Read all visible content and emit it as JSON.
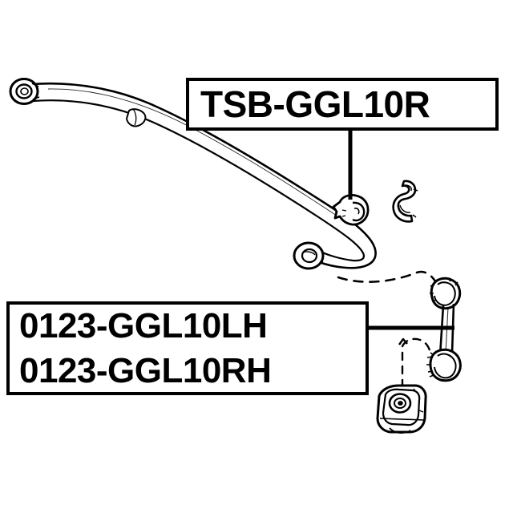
{
  "diagram": {
    "title": "Stabilizer bar and link assembly parts diagram",
    "background_color": "#ffffff",
    "line_color": "#000000",
    "labels": {
      "stabilizer_bushing": {
        "part_number": "TSB-GGL10R",
        "points_to": "stabilizer-bar-bushing"
      },
      "stabilizer_link_left": {
        "part_number": "0123-GGL10LH",
        "points_to": "stabilizer-link"
      },
      "stabilizer_link_right": {
        "part_number": "0123-GGL10RH",
        "points_to": "stabilizer-link"
      }
    },
    "parts": [
      {
        "name": "stabilizer-bar",
        "description": "Anti-roll bar with eye end at left and U-bend at right"
      },
      {
        "name": "stabilizer-bar-bushing",
        "description": "Rubber bushing mounted on the bar"
      },
      {
        "name": "bushing-bracket",
        "description": "Small S-shaped retaining clamp"
      },
      {
        "name": "stabilizer-link",
        "description": "Drop link with ball joints at both ends"
      },
      {
        "name": "link-mount-bracket",
        "description": "Lower mounting bracket"
      }
    ]
  }
}
